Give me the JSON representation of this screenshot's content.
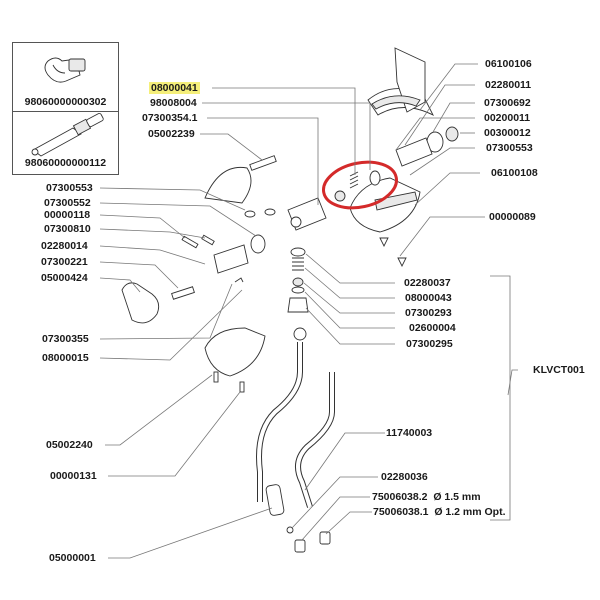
{
  "diagram": {
    "title": "Exploded parts view",
    "highlight_color": "#f5ef7a",
    "circle_color": "#d42a2a",
    "insets": [
      {
        "code": "98060000000302",
        "icon": "nozzle-assembly-icon"
      },
      {
        "code": "98060000000112",
        "icon": "valve-cartridge-icon"
      }
    ],
    "labels_top_center": [
      {
        "code": "08000041",
        "highlighted": true
      },
      {
        "code": "98008004",
        "highlighted": false
      },
      {
        "code": "07300354.1",
        "highlighted": false
      },
      {
        "code": "05002239",
        "highlighted": false
      }
    ],
    "labels_left": [
      "07300553",
      "07300552",
      "00000118",
      "07300810",
      "02280014",
      "07300221",
      "05000424",
      "07300355",
      "08000015",
      "05002240",
      "00000131",
      "05000001"
    ],
    "labels_right": [
      "06100106",
      "02280011",
      "07300692",
      "00200011",
      "00300012",
      "07300553",
      "06100108",
      "00000089"
    ],
    "labels_right_middle": [
      "02280037",
      "08000043",
      "07300293",
      "02600004",
      "07300295"
    ],
    "group_label": "KLVCT001",
    "labels_bottom": [
      {
        "code": "11740003",
        "note": ""
      },
      {
        "code": "02280036",
        "note": ""
      },
      {
        "code": "75006038.2",
        "note": "Ø 1.5 mm"
      },
      {
        "code": "75006038.1",
        "note": "Ø 1.2 mm Opt."
      }
    ]
  }
}
